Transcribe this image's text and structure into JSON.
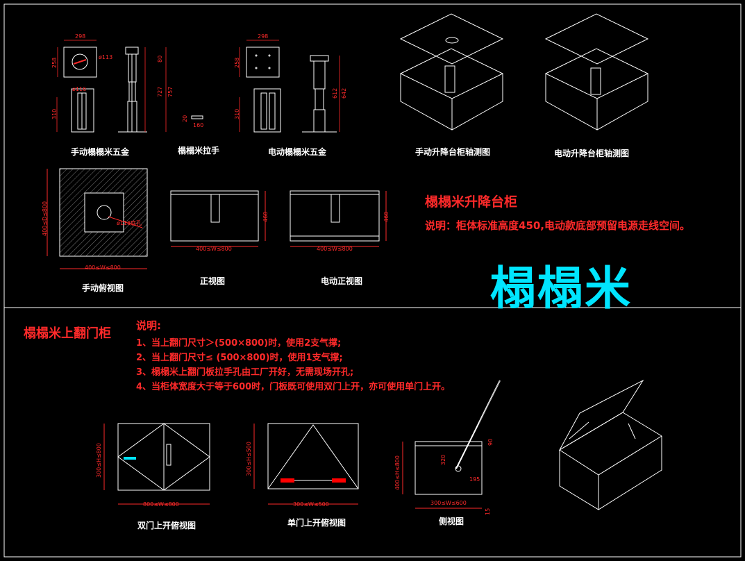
{
  "labels": {
    "manual_hw": "手动榻榻米五金",
    "handle": "榻榻米拉手",
    "electric_hw": "电动榻榻米五金",
    "manual_axo": "手动升降台柜轴测图",
    "electric_axo": "电动升降台柜轴测图",
    "manual_top": "手动俯视图",
    "front": "正视图",
    "electric_front": "电动正视图",
    "double_top": "双门上开俯视图",
    "single_top": "单门上开俯视图",
    "side": "侧视图"
  },
  "section1": {
    "title": "榻榻米升降台柜",
    "description": "说明：柜体标准高度450,电动款底部预留电源走线空间。",
    "brand": "榻榻米"
  },
  "section2": {
    "title": "榻榻米上翻门柜",
    "notes_heading": "说明:",
    "notes": [
      "1、当上翻门尺寸＞(500×800)时，使用2支气撑;",
      "2、当上翻门尺寸≤ (500×800)时，使用1支气撑;",
      "3、榻榻米上翻门板拉手孔由工厂开好，无需现场开孔;",
      "4、当柜体宽度大于等于600时，门板既可使用双门上开，亦可使用单门上开。"
    ]
  },
  "dims": {
    "d298a": "298",
    "d298b": "298",
    "d258a": "258",
    "d258b": "258",
    "dphi113": "ø113",
    "dphi116": "ø116",
    "d80": "80",
    "d727": "727",
    "d757": "757",
    "d310a": "310",
    "d310b": "310",
    "d20": "20",
    "d160": "160",
    "d612": "612",
    "d642": "642",
    "dD_manual": "400≤D≤800",
    "dW_manual": "400≤W≤800",
    "dhole": "ø118底孔",
    "dW_front": "400≤W≤800",
    "dH_front": "460",
    "dW_efront": "400≤W≤800",
    "dH_efront": "460",
    "dH_double": "300≤H≤800",
    "dW_double": "800≤W≤800",
    "dH_single": "300≤H≤500",
    "dW_single": "300≤W≤500",
    "dH_side": "400≤H≤800",
    "dW_side": "300≤W≤600",
    "d320": "320",
    "d195": "195",
    "d90": "90",
    "d15": "15"
  },
  "colors": {
    "line": "#ffffff",
    "dim": "#ff2a2a",
    "accent": "#00e5ff",
    "bg": "#000000",
    "gasstrut": "#ff0000"
  }
}
